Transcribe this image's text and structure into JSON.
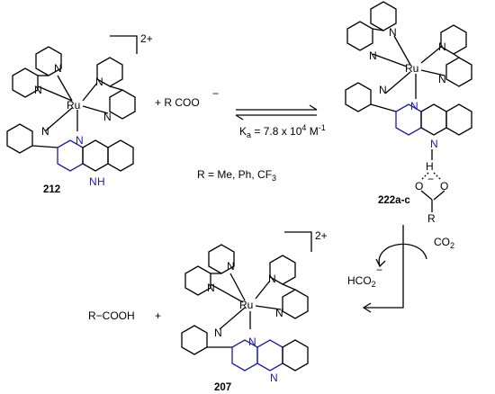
{
  "labels": {
    "complex_212": "212",
    "complex_222": "222a-c",
    "complex_207": "207",
    "charge_212": "2+",
    "charge_207": "2+",
    "ru": "Ru",
    "n": "N",
    "nh": "N",
    "h_nh": "H",
    "h_bond": "H",
    "o": "O",
    "minus": "−",
    "r_sub": "R"
  },
  "reaction": {
    "reagent": "+ R COO",
    "reagent_charge": "−",
    "ka_text": "K",
    "ka_sub": "a",
    "ka_value": " = 7.8 x 10",
    "ka_exp": "4",
    "ka_unit": " M",
    "ka_unit_exp": "-1",
    "r_groups": "R = Me, Ph, CF",
    "r_groups_sub": "3",
    "co2": "CO",
    "co2_sub": "2",
    "hco2": "HCO",
    "hco2_sub": "2",
    "hco2_sup": "−",
    "product_acid": "R−COOH",
    "plus": "+"
  }
}
